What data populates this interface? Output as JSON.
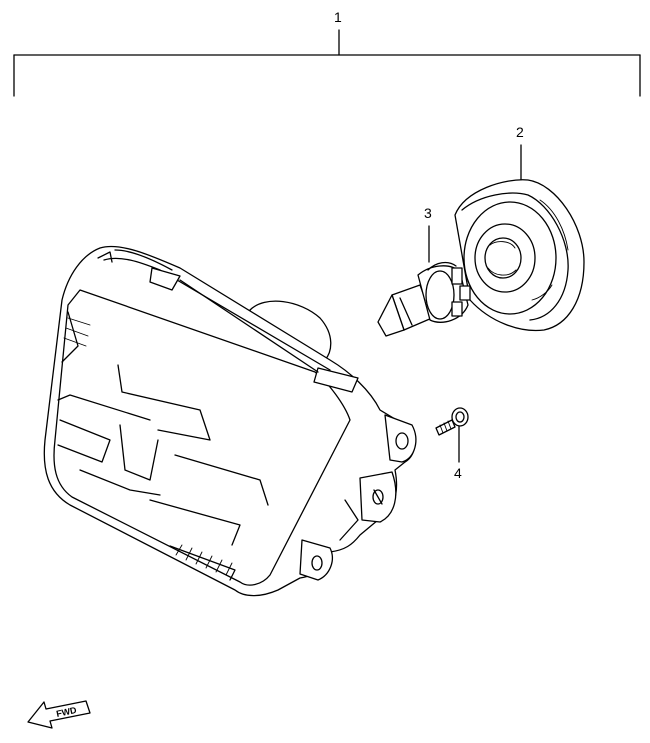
{
  "callouts": {
    "assembly": "1",
    "socket_cover": "2",
    "bulb": "3",
    "screw": "4"
  },
  "fwd_label": "FWD"
}
